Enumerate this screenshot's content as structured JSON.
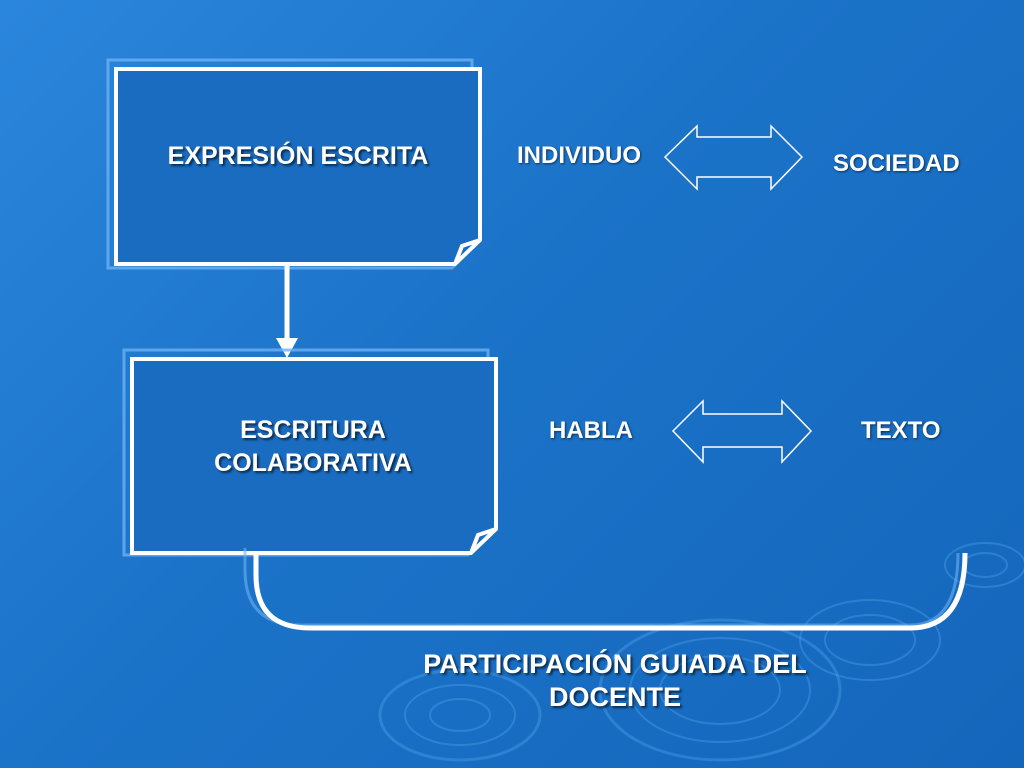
{
  "boxes": {
    "top": {
      "lines": [
        "EXPRESIÓN ESCRITA"
      ]
    },
    "bottom": {
      "lines": [
        "ESCRITURA",
        "COLABORATIVA"
      ]
    }
  },
  "pairs": {
    "first": {
      "left": "INDIVIDUO",
      "right": "SOCIEDAD"
    },
    "second": {
      "left": "HABLA",
      "right": "TEXTO"
    }
  },
  "footer": {
    "lines": [
      "PARTICIPACIÓN GUIADA DEL",
      "DOCENTE"
    ]
  },
  "colors": {
    "background": "#1b73c8",
    "box_fill": "#1a6cc0",
    "stroke": "#ffffff",
    "box_shadow": "#5aa6ee"
  }
}
